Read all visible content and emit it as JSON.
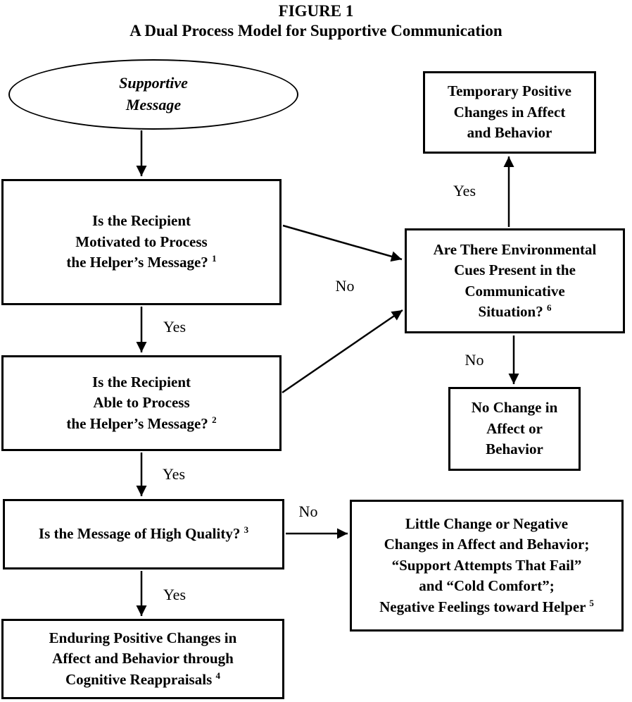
{
  "title": {
    "line1": "FIGURE 1",
    "line2": "A Dual Process Model for Supportive Communication"
  },
  "nodes": {
    "supportive": {
      "text": "Supportive\nMessage"
    },
    "motivated": {
      "text": "Is the Recipient\nMotivated to Process\nthe Helper’s Message?",
      "sup": "1"
    },
    "able": {
      "text": "Is the Recipient\nAble to Process\nthe Helper’s Message?",
      "sup": "2"
    },
    "quality": {
      "text": "Is the Message of High Quality?",
      "sup": "3"
    },
    "enduring": {
      "text": "Enduring Positive Changes in\nAffect and Behavior through\nCognitive Reappraisals",
      "sup": "4"
    },
    "little_change": {
      "text": "Little Change or Negative\nChanges in Affect and Behavior;\n“Support Attempts That Fail”\nand “Cold Comfort”;\nNegative Feelings toward Helper",
      "sup": "5"
    },
    "env_cues": {
      "text": "Are There Environmental\nCues Present in the\nCommunicative\nSituation?",
      "sup": "6"
    },
    "temporary": {
      "text": "Temporary Positive\nChanges in Affect\nand Behavior"
    },
    "no_change": {
      "text": "No Change in\nAffect or\nBehavior"
    }
  },
  "edge_labels": {
    "yes_motivated": "Yes",
    "yes_able": "Yes",
    "yes_quality": "Yes",
    "no_to_env": "No",
    "yes_env": "Yes",
    "no_env": "No",
    "no_quality": "No"
  },
  "colors": {
    "ink": "#000000",
    "background": "#ffffff"
  }
}
